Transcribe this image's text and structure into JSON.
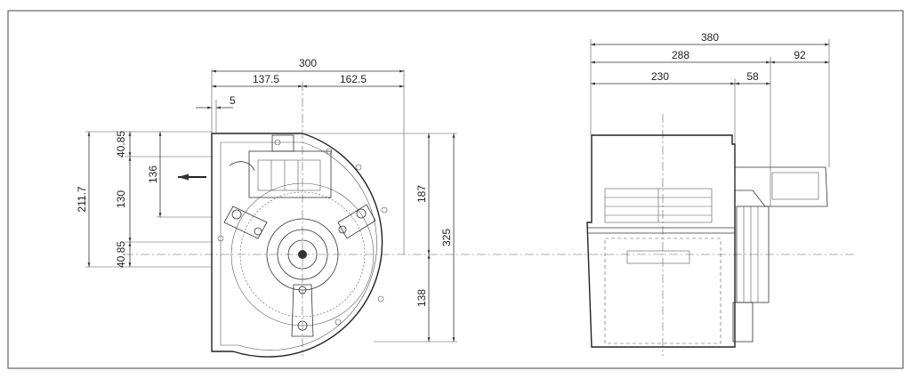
{
  "front_view": {
    "width_total": "300",
    "width_left": "137.5",
    "width_right": "162.5",
    "offset": "5",
    "height_outlet": "211.7",
    "height_136": "136",
    "height_130": "130",
    "height_40_top": "40.85",
    "height_40_bottom": "40.85",
    "height_187": "187",
    "height_325": "325",
    "height_138": "138"
  },
  "side_view": {
    "length_total": "380",
    "length_288": "288",
    "length_230": "230",
    "length_58": "58",
    "length_92": "92"
  },
  "colors": {
    "line": "#333333",
    "paper": "#ffffff"
  }
}
